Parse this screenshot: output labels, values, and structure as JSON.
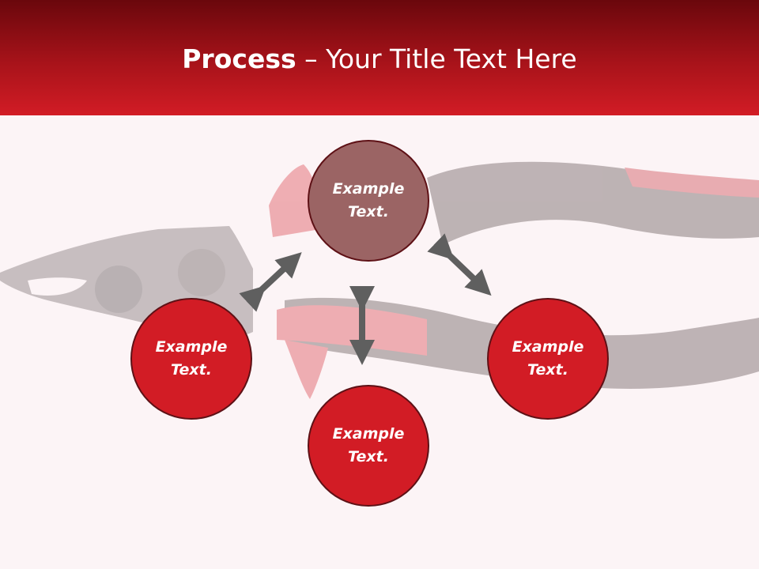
{
  "slide": {
    "title_bold": "Process",
    "title_rest": " – Your Title Text Here"
  },
  "nodes": {
    "top": "Example Text.",
    "left": "Example Text.",
    "right": "Example Text.",
    "bottom": "Example Text."
  },
  "colors": {
    "header_dark": "#6a070c",
    "header_light": "#d21c25",
    "node_top": "#9b6464",
    "node_red": "#d21c25",
    "arrow": "#5f5f5f",
    "background": "#fcf4f6"
  }
}
